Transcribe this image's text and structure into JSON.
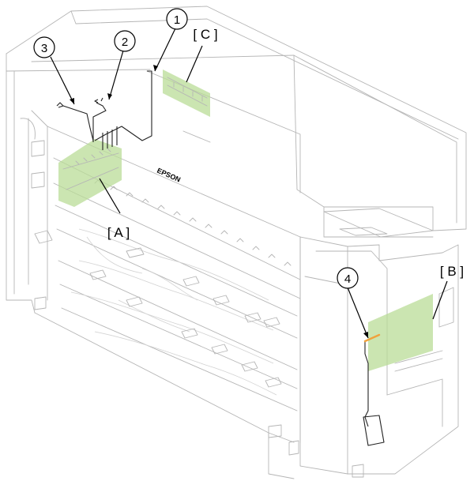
{
  "callouts": [
    {
      "number": "1"
    },
    {
      "number": "2"
    },
    {
      "number": "3"
    },
    {
      "number": "4"
    }
  ],
  "areas": [
    {
      "label": "[ A ]",
      "color": "#b9dc97"
    },
    {
      "label": "[ B ]",
      "color": "#b9dc97"
    },
    {
      "label": "[ C ]",
      "color": "#b9dc97"
    }
  ],
  "brand_mark": "EPSON",
  "colors": {
    "area_fill": "#b9dc97",
    "highlighted_cable": "#f0a23c",
    "line_art": "#b5b5b5",
    "annotation": "#000000"
  }
}
